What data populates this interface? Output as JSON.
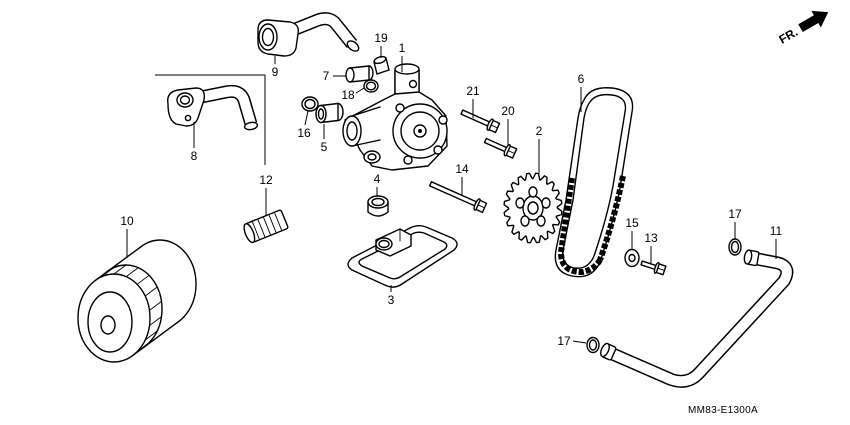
{
  "diagram": {
    "direction_label": "FR.",
    "drawing_code": "MM83-E1300A",
    "callouts": [
      "1",
      "2",
      "3",
      "4",
      "5",
      "6",
      "7",
      "8",
      "9",
      "10",
      "11",
      "12",
      "13",
      "14",
      "15",
      "16",
      "17",
      "17",
      "18",
      "19",
      "20",
      "21"
    ]
  },
  "icons": {
    "direction": "arrow-up-right-icon"
  },
  "colors": {
    "line": "#000000",
    "background": "#ffffff"
  }
}
